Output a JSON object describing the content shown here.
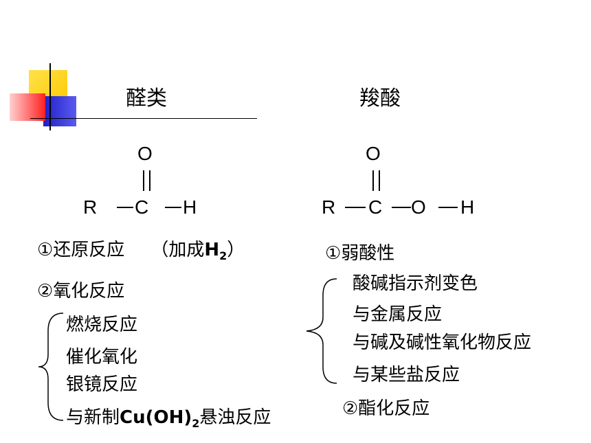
{
  "colors": {
    "deco_yellow": "#ffd700",
    "deco_red": "#ff3030",
    "deco_blue": "#2a2ad8",
    "text": "#000000"
  },
  "aldehyde": {
    "heading": "醛类",
    "formula": {
      "o": "O",
      "r": "R",
      "c": "C",
      "h": "H"
    },
    "reaction1": {
      "label": "①还原反应",
      "note_prefix": "（加成",
      "note_formula": "H",
      "note_sub": "2",
      "note_suffix": "）"
    },
    "reaction2": {
      "label": "②氧化反应"
    },
    "sub_items": {
      "item1": "燃烧反应",
      "item2": "催化氧化",
      "item3": "银镜反应",
      "item4_prefix": "与新制",
      "item4_formula_a": "Cu(OH)",
      "item4_sub": "2",
      "item4_suffix": "悬浊反应"
    }
  },
  "acid": {
    "heading": "羧酸",
    "formula": {
      "o_top": "O",
      "r": "R",
      "c": "C",
      "o": "O",
      "h": "H"
    },
    "reaction1": {
      "label": "①弱酸性"
    },
    "sub_items": [
      "酸碱指示剂变色",
      "与金属反应",
      "与碱及碱性氧化物反应",
      "与某些盐反应"
    ],
    "reaction2": {
      "label": "②酯化反应"
    }
  }
}
